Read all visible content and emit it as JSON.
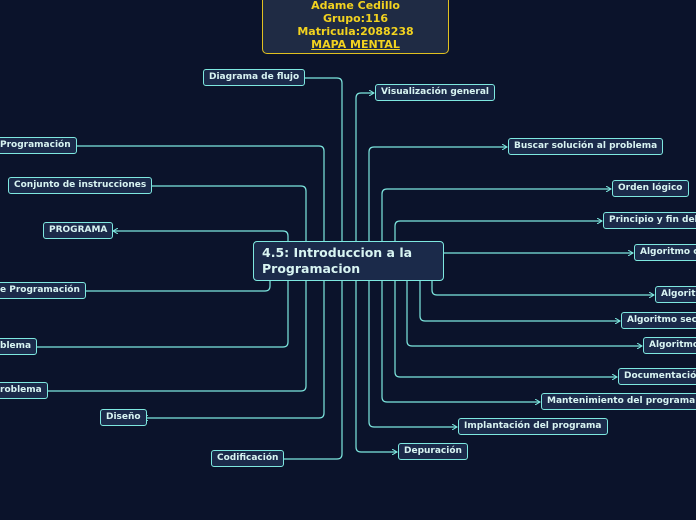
{
  "header": {
    "name": "Adame Cedillo",
    "group": "Grupo:116",
    "id": "Matricula:2088238",
    "map": "MAPA MENTAL"
  },
  "central": {
    "line1": "4.5: Introduccion a la",
    "line2": "Programacion"
  },
  "left": {
    "diagrama": "Diagrama de flujo",
    "programacion": "Programación",
    "conjunto": "Conjunto de instrucciones",
    "programa": "PROGRAMA",
    "lenguaje": "e Programación",
    "problema1": "blema",
    "problema2": "roblema",
    "diseno": "Diseño",
    "codificacion": "Codificación"
  },
  "right": {
    "visualizacion": "Visualización general",
    "buscar": "Buscar solución al problema",
    "orden": "Orden lógico",
    "principio": "Principio y fin del al",
    "alg1": "Algoritmo co",
    "alg2": "Algoritm",
    "alg3": "Algoritmo secu",
    "alg4": "Algoritmo",
    "documentacion": "Documentación",
    "mantenimiento": "Mantenimiento del programa",
    "implantacion": "Implantación del programa",
    "depuracion": "Depuración"
  },
  "colors": {
    "background": "#0b132b",
    "node": "#1b2a4a",
    "line": "#7ee8e0",
    "header_border": "#e0c020",
    "header_text": "#f2d21f"
  }
}
